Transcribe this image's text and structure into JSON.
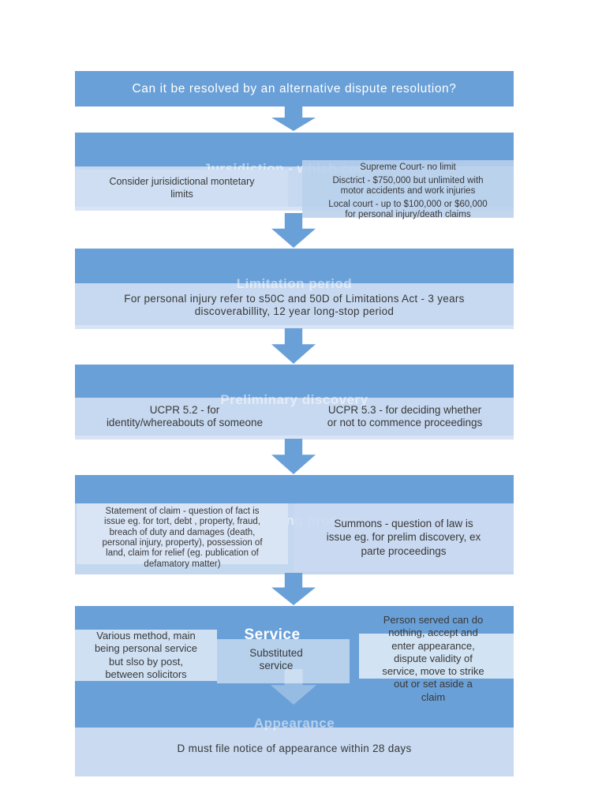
{
  "colors": {
    "accent_blue": "#6aa0d8",
    "body_light_blue": "#c7d9f0",
    "box_lighter_blue": "#d9e4f5",
    "box_mid_blue": "#b9d0ec",
    "ghost_title_white": "rgba(255,255,255,0.5)",
    "text_dark": "#383838"
  },
  "flow": {
    "steps": [
      {
        "title": "Can it be resolved by an alternative dispute resolution?"
      },
      {
        "title": "Jursidiction - which court?",
        "left": "Consider jurisidictional montetary\nlimits",
        "right_items": [
          "Supreme Court- no limit",
          "Disctrict - $750,000 but unlimited with\nmotor accidents and work injuries",
          "Local court - up to $100,000 or $60,000\nfor personal injury/death claims"
        ]
      },
      {
        "title": "Limitation period",
        "body": "For personal injury refer to s50C and 50D of Limitations Act - 3 years\ndiscoverabillity, 12 year long-stop period"
      },
      {
        "title": "Preliminary discovery",
        "left": "UCPR 5.2 - for\nidentity/whereabouts of someone",
        "right": "UCPR 5.3 - for deciding whether\nor not to commence proceedings"
      },
      {
        "title": "Originating process",
        "left": "Statement of claim - question of fact is\nissue eg. for tort, debt , property, fraud,\nbreach of duty and damages (death,\npersonal injury, property), possession of\nland, claim for relief (eg. publication of\ndefamatory matter)",
        "right": "Summons - question of law is\nissue eg. for prelim discovery, ex\nparte proceedings"
      },
      {
        "title": "Service",
        "left": "Various method, main\nbeing personal service\nbut slso by post,\nbetween solicitors",
        "middle": "Substituted\nservice",
        "right": "Person served can do\nnothing, accept and\nenter appearance,\ndispute validity of\nservice, move to strike\nout or set aside a\nclaim"
      },
      {
        "title": "Appearance",
        "body": "D must file notice of appearance within 28 days"
      }
    ]
  }
}
